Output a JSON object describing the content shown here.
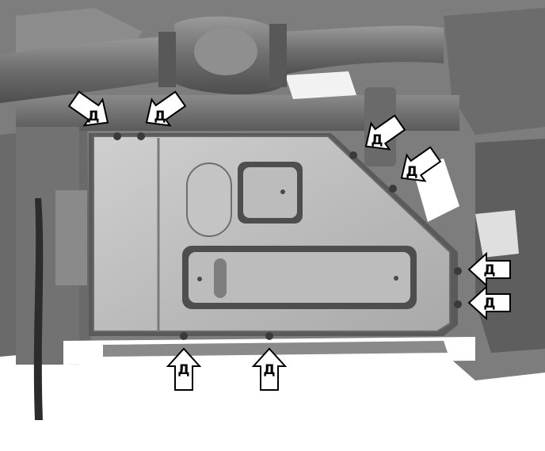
{
  "figure": {
    "callout_letter": "Д",
    "callouts": [
      {
        "id": "top-left-1",
        "label": "Д",
        "direction": "down-right"
      },
      {
        "id": "top-left-2",
        "label": "Д",
        "direction": "down-left"
      },
      {
        "id": "diagonal-upper",
        "label": "Д",
        "direction": "down-left"
      },
      {
        "id": "diagonal-lower",
        "label": "Д",
        "direction": "down-left"
      },
      {
        "id": "right-upper",
        "label": "Д",
        "direction": "left"
      },
      {
        "id": "right-lower",
        "label": "Д",
        "direction": "left"
      },
      {
        "id": "bottom-left",
        "label": "Д",
        "direction": "up"
      },
      {
        "id": "bottom-right",
        "label": "Д",
        "direction": "up"
      }
    ],
    "colors": {
      "background": "#ffffff",
      "shield_face": "#bdbdbd",
      "shield_edge": "#6a6a6a",
      "underbody": "#7a7a7a",
      "underbody_dark": "#4a4a4a",
      "arrow_fill": "#ffffff",
      "arrow_stroke": "#000000"
    }
  }
}
